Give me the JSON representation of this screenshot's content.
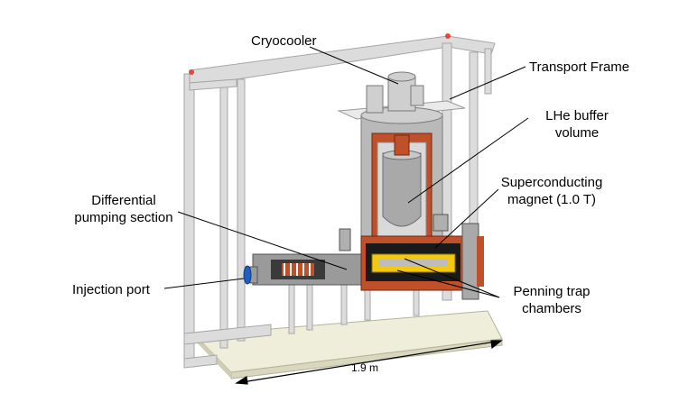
{
  "labels": {
    "cryocooler": "Cryocooler",
    "transport_frame": "Transport Frame",
    "lhe_buffer_line1": "LHe buffer",
    "lhe_buffer_line2": "volume",
    "diff_pumping_line1": "Differential",
    "diff_pumping_line2": "pumping section",
    "sc_magnet_line1": "Superconducting",
    "sc_magnet_line2": "magnet (1.0 T)",
    "injection_port": "Injection port",
    "penning_line1": "Penning trap",
    "penning_line2": "chambers",
    "dimension": "1.9 m"
  },
  "colors": {
    "frame": "#d9d9d9",
    "frame_edge": "#a6a6a6",
    "copper": "#c0502a",
    "steel": "#b8b8b8",
    "magnet_yellow": "#f2c811",
    "magnet_black": "#1a1a1a",
    "base": "#efeeda",
    "blue_port": "#1f5fbf"
  }
}
